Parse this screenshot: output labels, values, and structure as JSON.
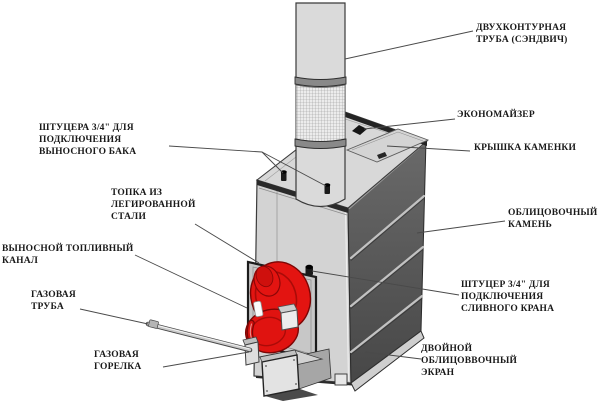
{
  "labels": {
    "sandwich_pipe": "ДВУХКОНТУРНАЯ\nТРУБА (СЭНДВИЧ)",
    "economizer": "ЭКОНОМАЙЗЕР",
    "heater_lid": "КРЫШКА КАМЕНКИ",
    "facing_stone": "ОБЛИЦОВОЧНЫЙ\nКАМЕНЬ",
    "drain_fitting": "ШТУЦЕР 3/4\" ДЛЯ\nПОДКЛЮЧЕНИЯ\nСЛИВНОГО КРАНА",
    "double_screen": "ДВОЙНОЙ\nОБЛИЦОВВОЧНЫЙ\nЭКРАН",
    "tank_fittings": "ШТУЦЕРА 3/4\" ДЛЯ\nПОДКЛЮЧЕНИЯ\nВЫНОСНОГО БАКА",
    "firebox": "ТОПКА ИЗ\nЛЕГИРОВАННОЙ\nСТАЛИ",
    "fuel_channel": "ВЫНОСНОЙ ТОПЛИВНЫЙ\nКАНАЛ",
    "gas_pipe": "ГАЗОВАЯ\nТРУБА",
    "gas_burner": "ГАЗОВАЯ\nГОРЕЛКА"
  },
  "colors": {
    "burner_red": "#e31411",
    "burner_red_dark": "#7c0605",
    "body_light_gray": "#d3d3d3",
    "stone_dark_gray": "#575757",
    "leader_line": "#4a4a4a",
    "text": "#1a1a1a",
    "background": "#ffffff"
  }
}
